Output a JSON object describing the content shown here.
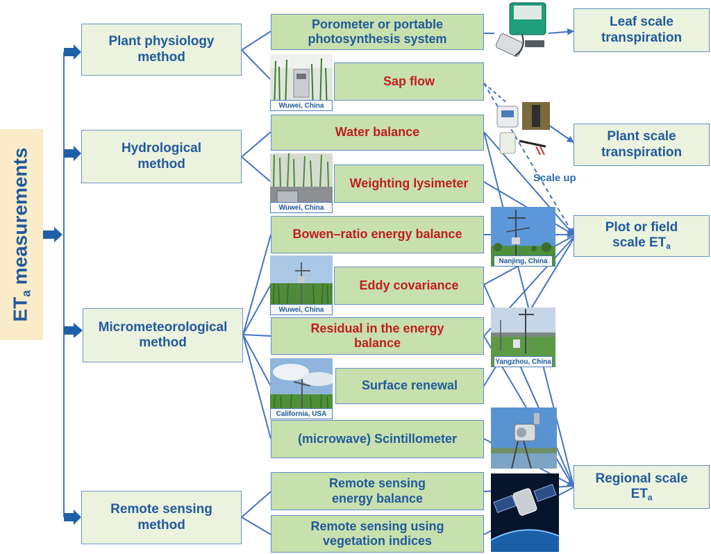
{
  "root": {
    "label": "ET",
    "subscript": "a",
    "suffix": " measurements"
  },
  "categories": {
    "plant_physiology": [
      "Plant physiology",
      "method"
    ],
    "hydrological": [
      "Hydrological",
      "method"
    ],
    "micrometeorological": [
      "Micrometeorological",
      "method"
    ],
    "remote_sensing": [
      "Remote sensing",
      "method"
    ]
  },
  "methods": {
    "porometer": [
      "Porometer or  portable",
      "photosynthesis system"
    ],
    "sap_flow": "Sap flow",
    "water_balance": "Water balance",
    "lysimeter": "Weighting lysimeter",
    "bowen_ratio": "Bowen–ratio energy balance",
    "eddy_covariance": "Eddy covariance",
    "residual": [
      "Residual in the energy",
      "balance"
    ],
    "surface_renewal": "Surface renewal",
    "scintillometer": "(microwave) Scintillometer",
    "rs_energy": [
      "Remote sensing",
      "energy balance"
    ],
    "rs_vegetation": [
      "Remote sensing using",
      "vegetation indices"
    ]
  },
  "scales": {
    "leaf": [
      "Leaf scale",
      "transpiration"
    ],
    "plant": [
      "Plant scale",
      "transpiration"
    ],
    "plot": {
      "line1": "Plot or field",
      "line2": "scale ET",
      "subscript": "a"
    },
    "regional": {
      "line1": "Regional scale",
      "line2": "ET",
      "subscript": "a"
    }
  },
  "annotations": {
    "scale_up": "Scale up"
  },
  "photo_captions": {
    "wuwei_sap": "Wuwei, China",
    "wuwei_lysimeter": "Wuwei, China",
    "wuwei_eddy": "Wuwei, China",
    "california": "California, USA",
    "nanjing": "Nanjing, China",
    "yangzhou": "Yangzhou, China"
  },
  "colors": {
    "category_fill": "#ebf3df",
    "method_fill": "#c7e0ad",
    "border": "#5f8ec9",
    "text_blue": "#215a9b",
    "text_red": "#bf1e1e",
    "connector": "#4472c4",
    "root_fill": "#fbecc9"
  }
}
